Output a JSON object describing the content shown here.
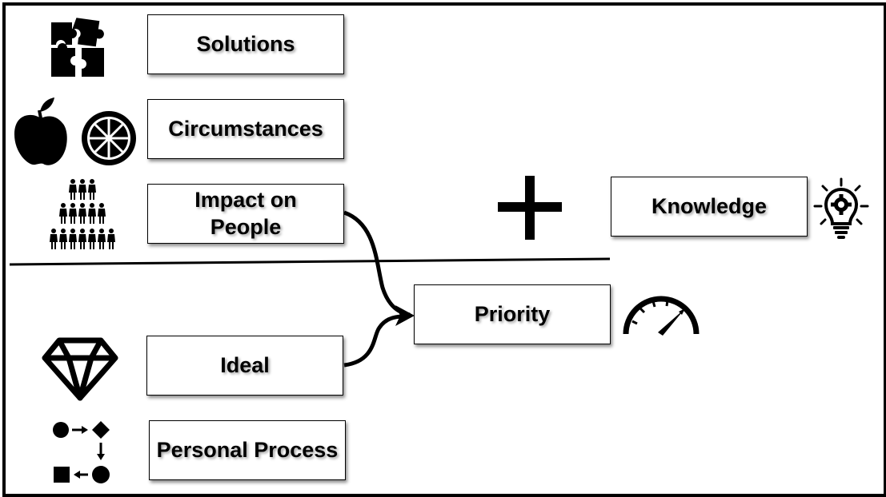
{
  "nodes": {
    "solutions": "Solutions",
    "circumstances": "Circumstances",
    "impact_line1": "Impact on",
    "impact_line2": "People",
    "ideal": "Ideal",
    "personal_process": "Personal Process",
    "priority": "Priority",
    "knowledge": "Knowledge"
  },
  "icons": {
    "solutions": "puzzle-icon",
    "circumstances": [
      "apple-icon",
      "orange-slice-icon"
    ],
    "impact": "people-pyramid-icon",
    "ideal": "diamond-icon",
    "personal_process": "process-flow-icon",
    "priority": "speedometer-icon",
    "knowledge": "lightbulb-gear-icon",
    "plus": "plus-icon"
  },
  "colors": {
    "stroke": "#000000",
    "background": "#ffffff"
  }
}
